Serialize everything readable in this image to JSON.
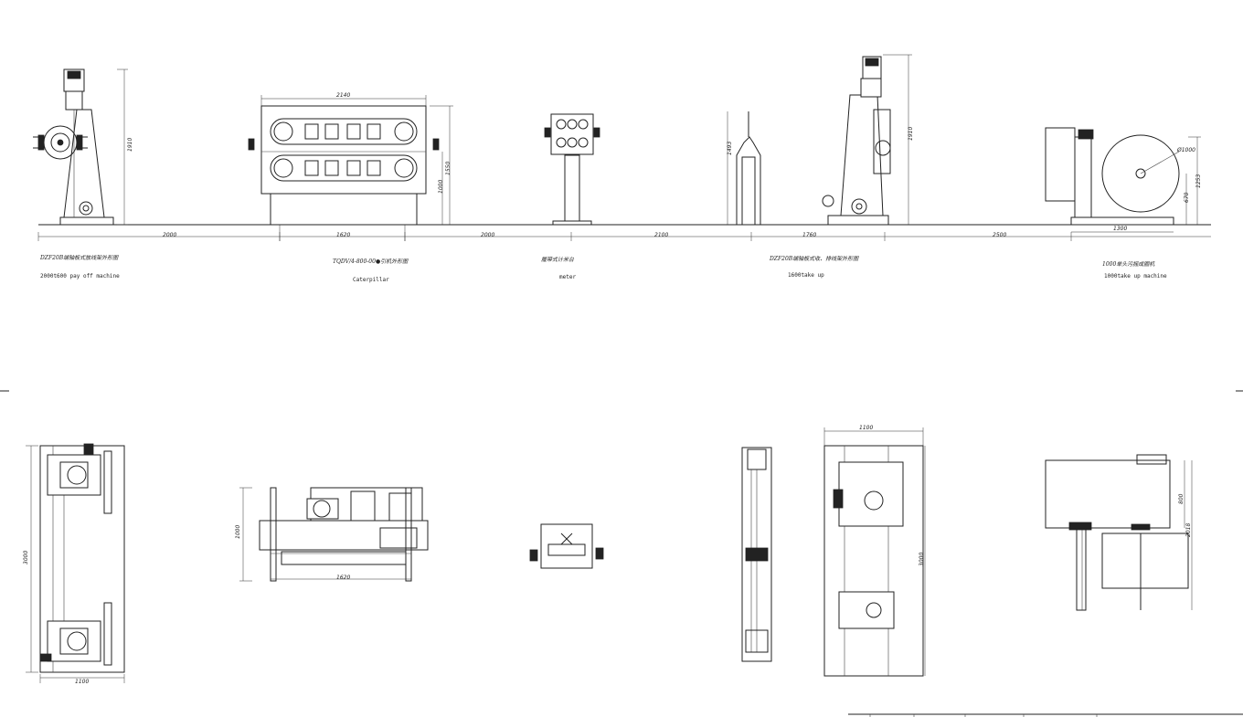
{
  "machines": [
    {
      "id": "payoff",
      "cn_caption": "DZF20B端轴板式放线架外形图",
      "en_caption": "2000t600 pay off  machine",
      "height_dim": "1910"
    },
    {
      "id": "caterpillar",
      "cn_caption": "TQDV/4-800-00●引机外形图",
      "en_caption": "Caterpillar",
      "width_dim": "2140",
      "base_dim": "1620",
      "height_dim": "1550",
      "sub_height_dim": "1000"
    },
    {
      "id": "meter",
      "cn_caption": "履带式计米台",
      "en_caption": "meter"
    },
    {
      "id": "takeup1600",
      "cn_caption": "DZF20B端轴板式收、排线架外形图",
      "en_caption": "1600take up",
      "height_dim": "1910",
      "stand_height_dim": "1493"
    },
    {
      "id": "takeup1000",
      "cn_caption": "1000单头污摇成圈机",
      "en_caption": "1000take up  machine",
      "dia_dim": "Ø1000",
      "height_dim": "1253",
      "sub_height_dim": "670",
      "width_dim": "1300"
    }
  ],
  "spacings": [
    "2000",
    "2000",
    "2100",
    "1760",
    "2500"
  ],
  "plan_dims": {
    "payoff_length": "3000",
    "payoff_width": "1100",
    "caterpillar_width": "1000",
    "caterpillar_length": "1620",
    "takeup_width": "1100",
    "takeup_length": "3000",
    "coiler_height_a": "800",
    "coiler_height_b": "2018"
  }
}
